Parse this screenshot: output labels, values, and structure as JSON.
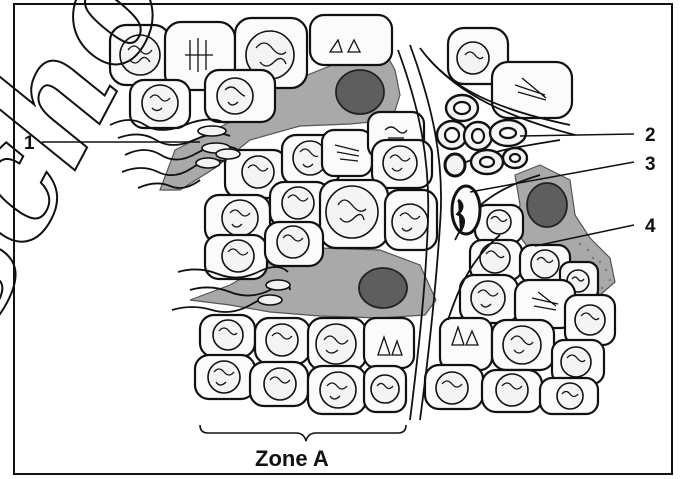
{
  "labels": {
    "l1": "1",
    "l2": "2",
    "l3": "3",
    "l4": "4",
    "zone": "Zone A"
  },
  "watermark": "school",
  "colors": {
    "outline": "#111111",
    "sertoli_cytoplasm": "#a9a9a9",
    "sertoli_nucleus": "#5e5e5e",
    "background": "#ffffff"
  }
}
